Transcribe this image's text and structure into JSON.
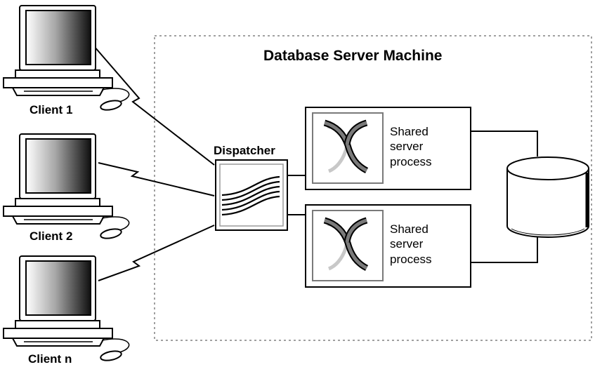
{
  "title": "Database Server Machine",
  "dispatcher_label": "Dispatcher",
  "clients": [
    {
      "label": "Client 1"
    },
    {
      "label": "Client 2"
    },
    {
      "label": "Client n"
    }
  ],
  "servers": [
    {
      "line1": "Shared",
      "line2": "server",
      "line3": "process"
    },
    {
      "line1": "Shared",
      "line2": "server",
      "line3": "process"
    }
  ],
  "icons": {
    "client": "computer-icon",
    "dispatcher": "dispatcher-icon",
    "server": "shared-server-process-icon",
    "database": "database-cylinder-icon"
  }
}
